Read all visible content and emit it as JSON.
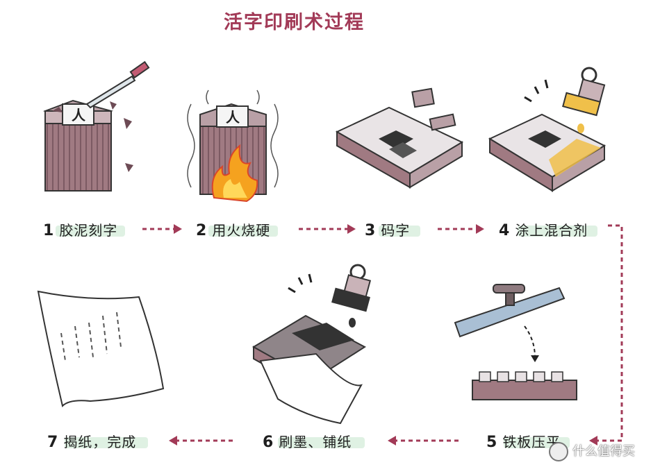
{
  "title": "活字印刷术过程",
  "steps": [
    {
      "num": "1",
      "label": "胶泥刻字"
    },
    {
      "num": "2",
      "label": "用火烧硬"
    },
    {
      "num": "3",
      "label": "码字"
    },
    {
      "num": "4",
      "label": "涂上混合剂"
    },
    {
      "num": "5",
      "label": "铁板压平"
    },
    {
      "num": "6",
      "label": "刷墨、铺纸"
    },
    {
      "num": "7",
      "label": "揭纸，完成"
    }
  ],
  "watermark": "什么值得买",
  "colors": {
    "title": "#a23a57",
    "arrow": "#a23a57",
    "wood": "#a07a82",
    "wood_dark": "#6d4b55",
    "highlight": "#dff1e3",
    "mixture": "#f0c04a",
    "fire": "#f5a21f"
  },
  "icons": [
    "knife-icon",
    "clay-block-icon",
    "fire-icon",
    "type-tray-icon",
    "brush-icon",
    "iron-plate-icon",
    "paper-icon",
    "watermark-logo-icon"
  ]
}
